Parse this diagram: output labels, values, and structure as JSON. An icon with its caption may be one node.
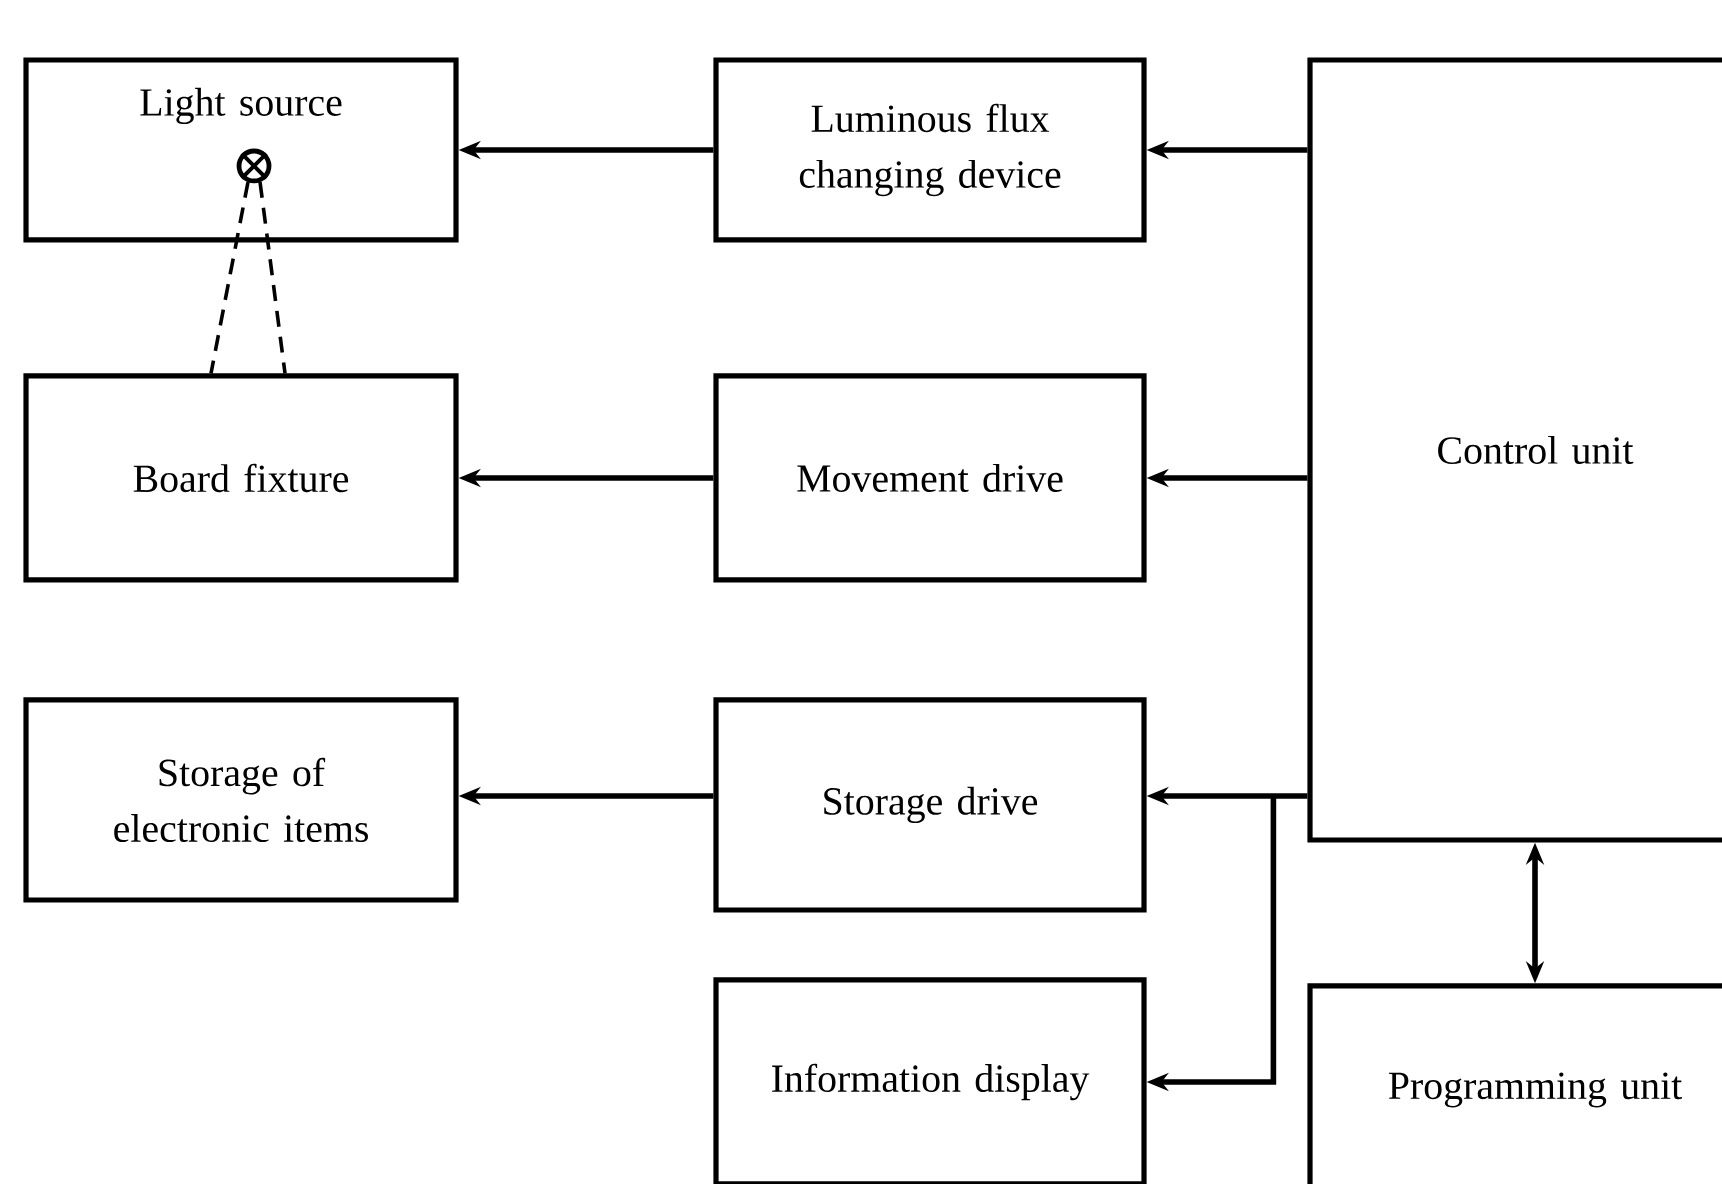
{
  "diagram": {
    "nodes": [
      {
        "text": [
          "Light source"
        ]
      },
      {
        "text": [],
        "shape": "circle",
        "in": 0
      },
      {
        "text": [
          "Luminous flux changing device"
        ]
      },
      {
        "text": [
          "Control unit"
        ]
      },
      {
        "text": [
          "Board fixture"
        ]
      },
      {
        "text": [
          "Movement drive"
        ]
      },
      {
        "text": [
          "Storage of electronic items"
        ]
      },
      {
        "text": [
          "Storage drive"
        ]
      },
      {
        "text": [
          "Information display"
        ]
      },
      {
        "text": [
          "Programming unit"
        ]
      }
    ],
    "edges": [
      {
        "from": 3,
        "to": 2,
        "arrow": "to"
      },
      {
        "from": 2,
        "to": 0,
        "arrow": "to"
      },
      {
        "from": 3,
        "to": 5,
        "arrow": "to"
      },
      {
        "from": 5,
        "to": 4,
        "arrow": "to"
      },
      {
        "from": 3,
        "to": 7,
        "arrow": "to"
      },
      {
        "from": 7,
        "to": 6,
        "arrow": "to"
      },
      {
        "from": 3,
        "to": 8,
        "arrow": "to"
      },
      {
        "from": 3,
        "to": 9,
        "arrow": "both"
      },
      {
        "from": 1,
        "to": 4,
        "arrow": "none",
        "style": "dashed"
      },
      {
        "from": 1,
        "to": 4,
        "arrow": "none",
        "style": "dashed"
      }
    ]
  }
}
